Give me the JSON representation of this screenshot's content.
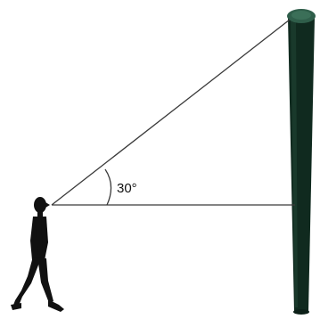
{
  "diagram": {
    "angle_label": "30°",
    "angle_degrees": 30,
    "colors": {
      "lines": "#3a3a3a",
      "person": "#111111",
      "pole_body": "#102a1f",
      "pole_top": "#2f5e4a",
      "background": "#ffffff"
    },
    "elements": {
      "person": "walking-person-silhouette",
      "pole": "tall-pole",
      "line_of_sight_horizontal": "horizontal-line",
      "line_of_sight_elevation": "elevation-line",
      "angle_arc": "angle-arc"
    }
  }
}
